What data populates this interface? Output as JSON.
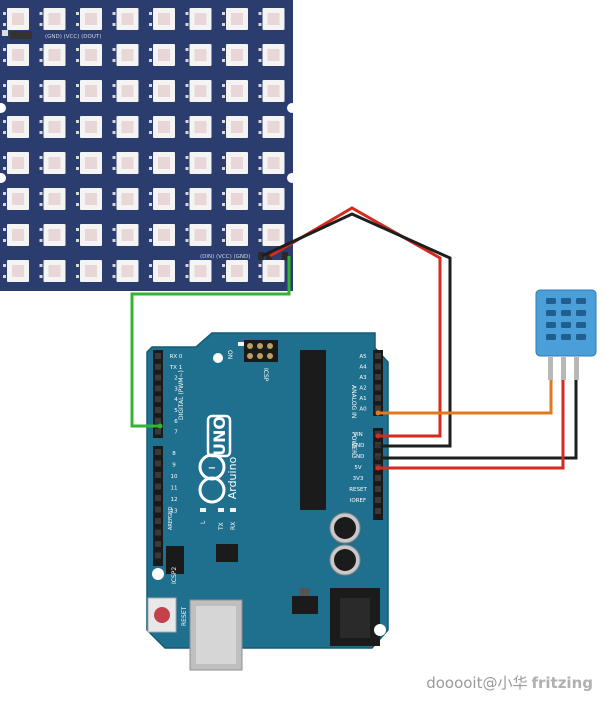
{
  "colors": {
    "matrix_board": "#2b3c6e",
    "arduino_board": "#1f6f8f",
    "sensor_body": "#4a9fd8",
    "wire_red": "#d62a1e",
    "wire_black": "#1e1e1e",
    "wire_green": "#33b533",
    "wire_orange": "#e07a1f",
    "led_cell": "#f4f4f4",
    "led_chip": "#e9d6d6"
  },
  "led_matrix": {
    "rows": 8,
    "cols": 8,
    "top_label": "(GND) (VCC) (DOUT)",
    "bottom_label": "(DIN) (VCC) (GND)"
  },
  "arduino": {
    "logo_text": "UNO",
    "brand_text": "Arduino",
    "header_label_digital": "DIGITAL (PWM~)",
    "header_label_analog": "ANALOG IN",
    "header_label_power": "POWER",
    "icsp_label": "ICSP",
    "icsp2_label": "ICSP2",
    "on_label": "ON",
    "reset_label": "RESET",
    "l_label": "L",
    "tx_label": "TX",
    "rx_label": "RX",
    "aref_label": "AREF",
    "gnd_label": "GND",
    "ioref_label": "IOREF",
    "digital_pins_top": [
      "RX 0",
      "TX 1",
      "2",
      "3",
      "4",
      "5",
      "6",
      "7"
    ],
    "digital_pins_bottom": [
      "8",
      "9",
      "10",
      "11",
      "12",
      "13"
    ],
    "analog_pins": [
      "A5",
      "A4",
      "A3",
      "A2",
      "A1",
      "A0"
    ],
    "power_pins": [
      "VIN",
      "GND",
      "GND",
      "5V",
      "3V3",
      "RESET",
      "IOREF"
    ]
  },
  "watermark": {
    "author": "dooooit@小华",
    "brand": "fritzing"
  }
}
